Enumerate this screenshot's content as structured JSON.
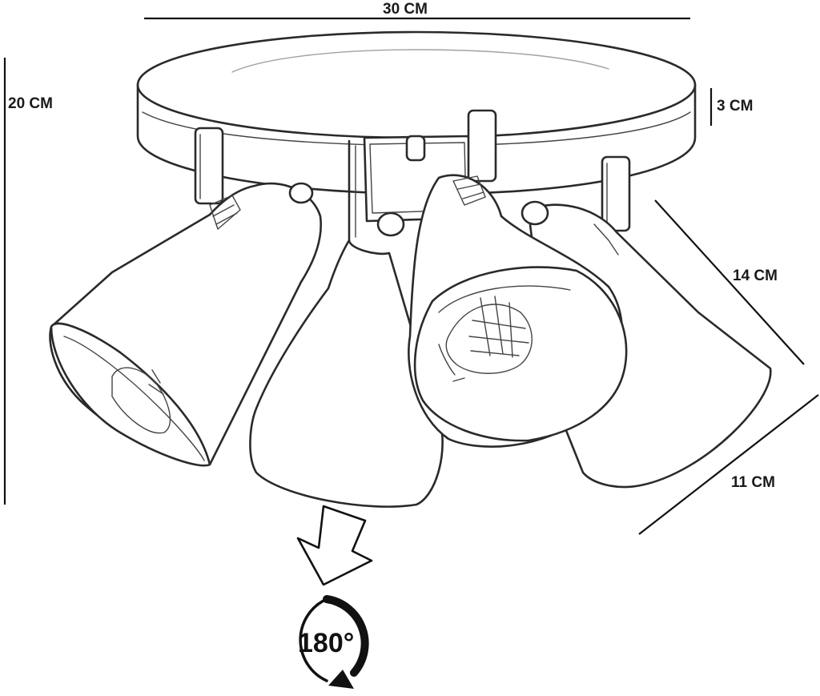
{
  "dimensions": {
    "width_label": "30 CM",
    "height_label": "20 CM",
    "base_thickness_label": "3 CM",
    "shade_length_label": "14 CM",
    "shade_diameter_label": "11 CM"
  },
  "rotation": {
    "label": "180°"
  },
  "colors": {
    "ink": "#2a2a2a",
    "background": "#ffffff"
  },
  "icons": {
    "direction": "hollow-down-arrow-icon",
    "rotation": "rotate-180-icon"
  }
}
